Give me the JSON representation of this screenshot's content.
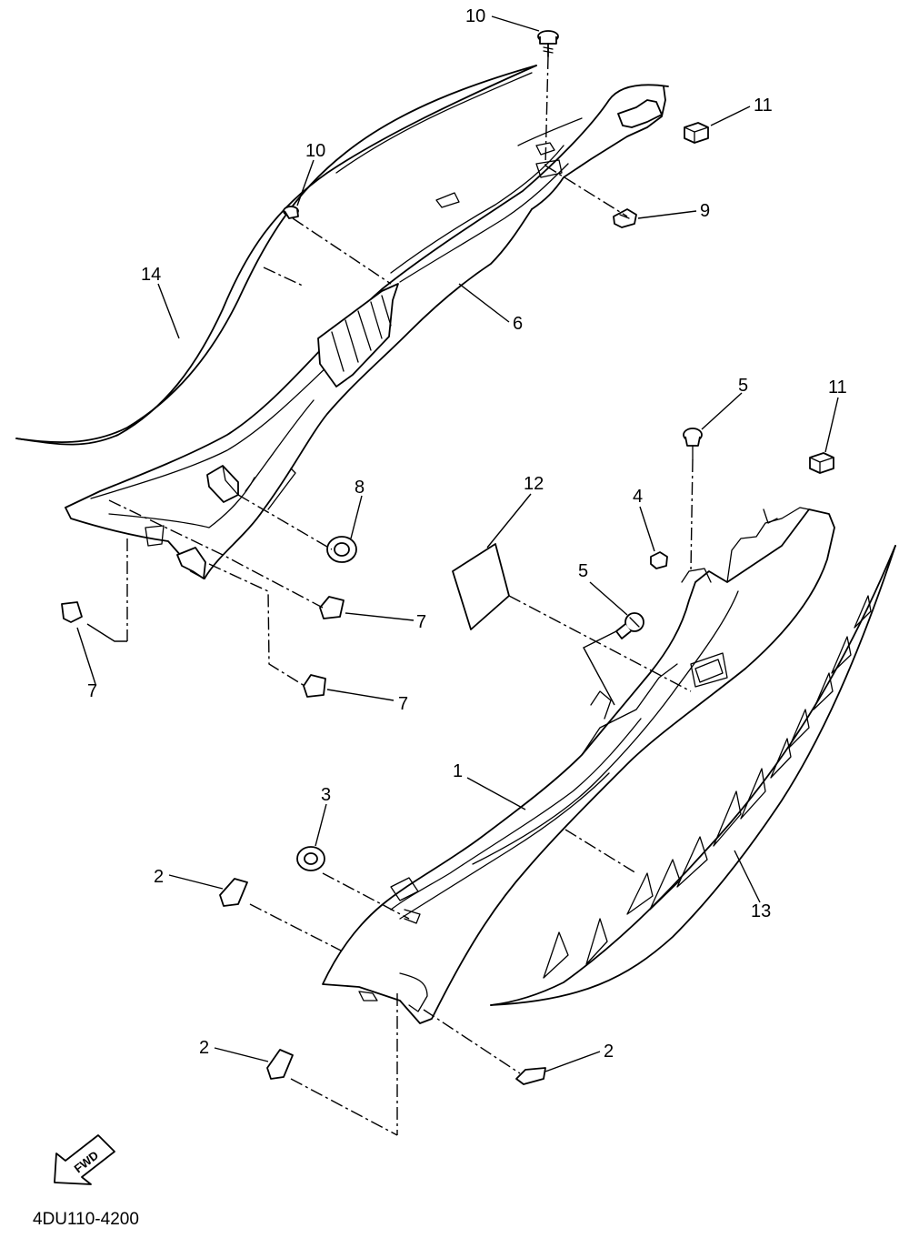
{
  "callouts": {
    "c10_top": "10",
    "c11_top": "11",
    "c10_left": "10",
    "c9": "9",
    "c14": "14",
    "c6": "6",
    "c5_top": "5",
    "c11_right": "11",
    "c8": "8",
    "c12": "12",
    "c4": "4",
    "c5_mid": "5",
    "c7_right_a": "7",
    "c7_left": "7",
    "c7_right_b": "7",
    "c1": "1",
    "c3": "3",
    "c2_left_a": "2",
    "c13": "13",
    "c2_left_b": "2",
    "c2_right": "2"
  },
  "fwd_label": "FWD",
  "diagram_code": "4DU110-4200"
}
